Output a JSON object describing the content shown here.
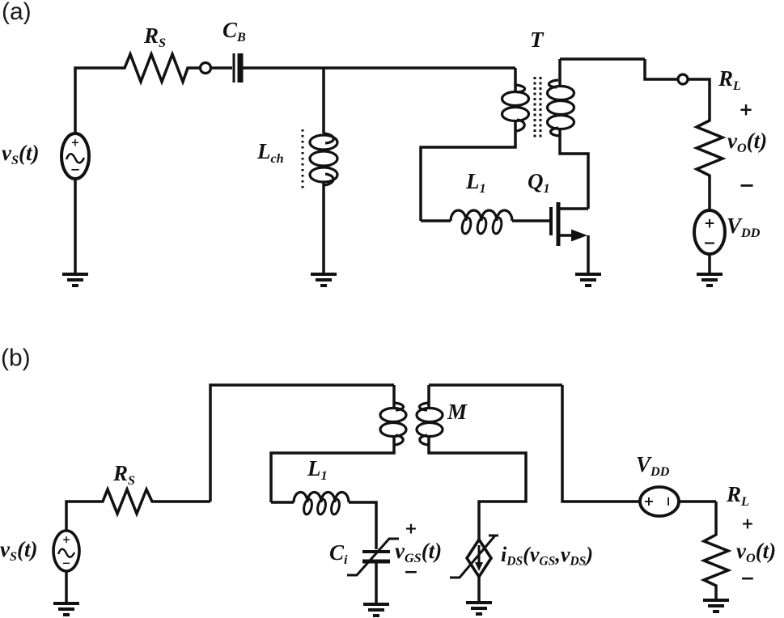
{
  "symbols": {
    "plus": "+",
    "minus": "−"
  },
  "panel_a": {
    "label": "(a)",
    "source_label": {
      "base": "v",
      "sub": "S",
      "suffix": "(t)"
    },
    "rs": {
      "base": "R",
      "sub": "S"
    },
    "cb": {
      "base": "C",
      "sub": "B"
    },
    "lch": {
      "base": "L",
      "sub": "ch"
    },
    "transformer": "T",
    "l1": {
      "base": "L",
      "sub": "1"
    },
    "q1": {
      "base": "Q",
      "sub": "1"
    },
    "rl": {
      "base": "R",
      "sub": "L"
    },
    "vo": {
      "base": "v",
      "sub": "O",
      "suffix": "(t)"
    },
    "vdd": {
      "base": "V",
      "sub": "DD"
    }
  },
  "panel_b": {
    "label": "(b)",
    "source_label": {
      "base": "v",
      "sub": "S",
      "suffix": "(t)"
    },
    "rs": {
      "base": "R",
      "sub": "S"
    },
    "mutual": "M",
    "l1": {
      "base": "L",
      "sub": "1"
    },
    "ci": {
      "base": "C",
      "sub": "i"
    },
    "vgs": {
      "base": "v",
      "sub": "GS",
      "suffix": "(t)"
    },
    "ids": {
      "p1": "i",
      "s1": "DS",
      "p2": "(",
      "p3": "v",
      "s2": "GS",
      "p4": ",",
      "p5": "v",
      "s3": "DS",
      "p6": ")"
    },
    "vdd": {
      "base": "V",
      "sub": "DD"
    },
    "rl": {
      "base": "R",
      "sub": "L"
    },
    "vo": {
      "base": "v",
      "sub": "O",
      "suffix": "(t)"
    }
  }
}
